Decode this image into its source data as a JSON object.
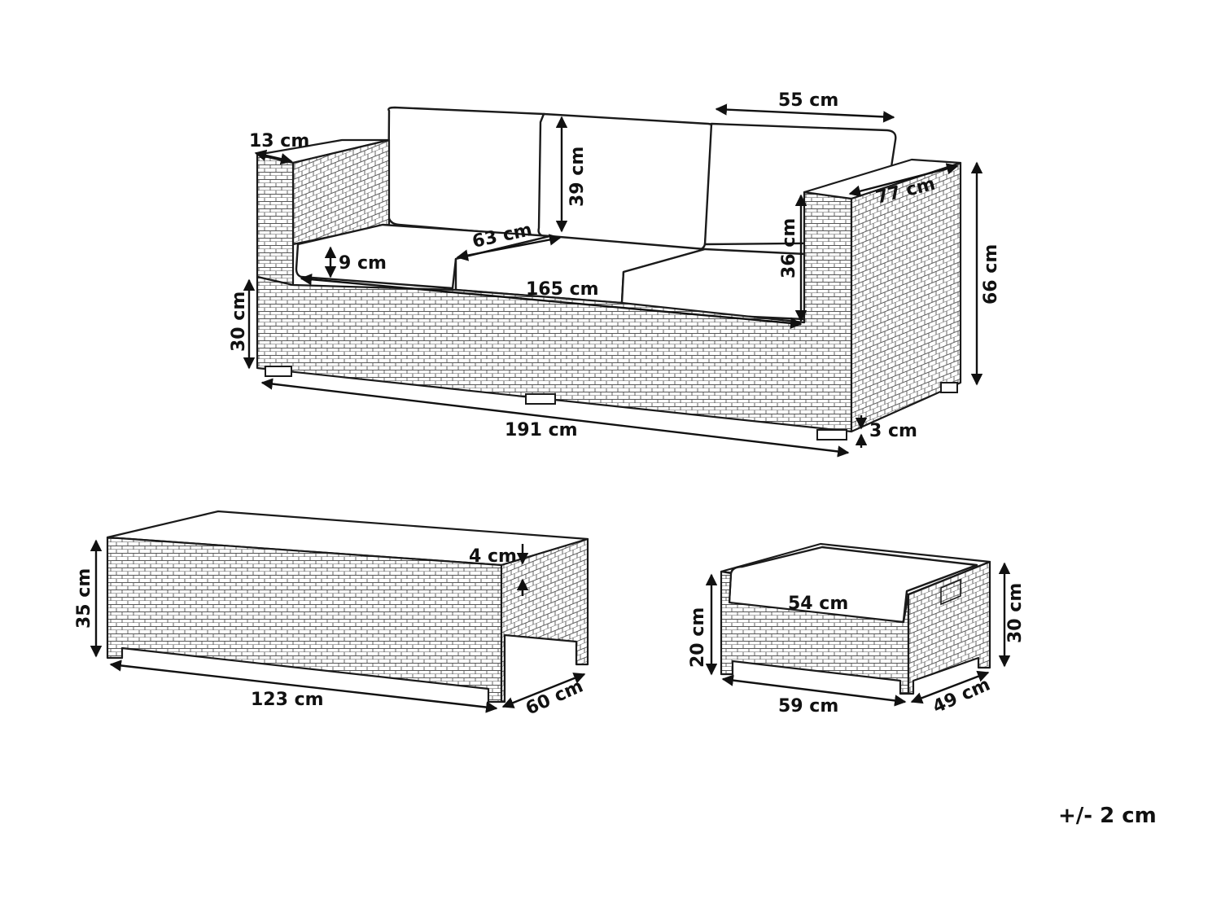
{
  "sofa": {
    "armrest_width": "13 cm",
    "cushion_width": "55 cm",
    "back_cushion_height": "39 cm",
    "armrest_depth": "77 cm",
    "seat_cushion_depth": "63 cm",
    "seat_cushion_thickness": "9 cm",
    "armrest_height_above_seat": "36 cm",
    "total_height": "66 cm",
    "seat_base_height": "30 cm",
    "inner_width": "165 cm",
    "total_width": "191 cm",
    "leg_height": "3 cm"
  },
  "table": {
    "height": "35 cm",
    "top_thickness": "4 cm",
    "width": "123 cm",
    "depth": "60 cm"
  },
  "ottoman": {
    "cushion_width": "54 cm",
    "height": "30 cm",
    "base_height": "20 cm",
    "width": "59 cm",
    "depth": "49 cm"
  },
  "tolerance": "+/- 2 cm"
}
